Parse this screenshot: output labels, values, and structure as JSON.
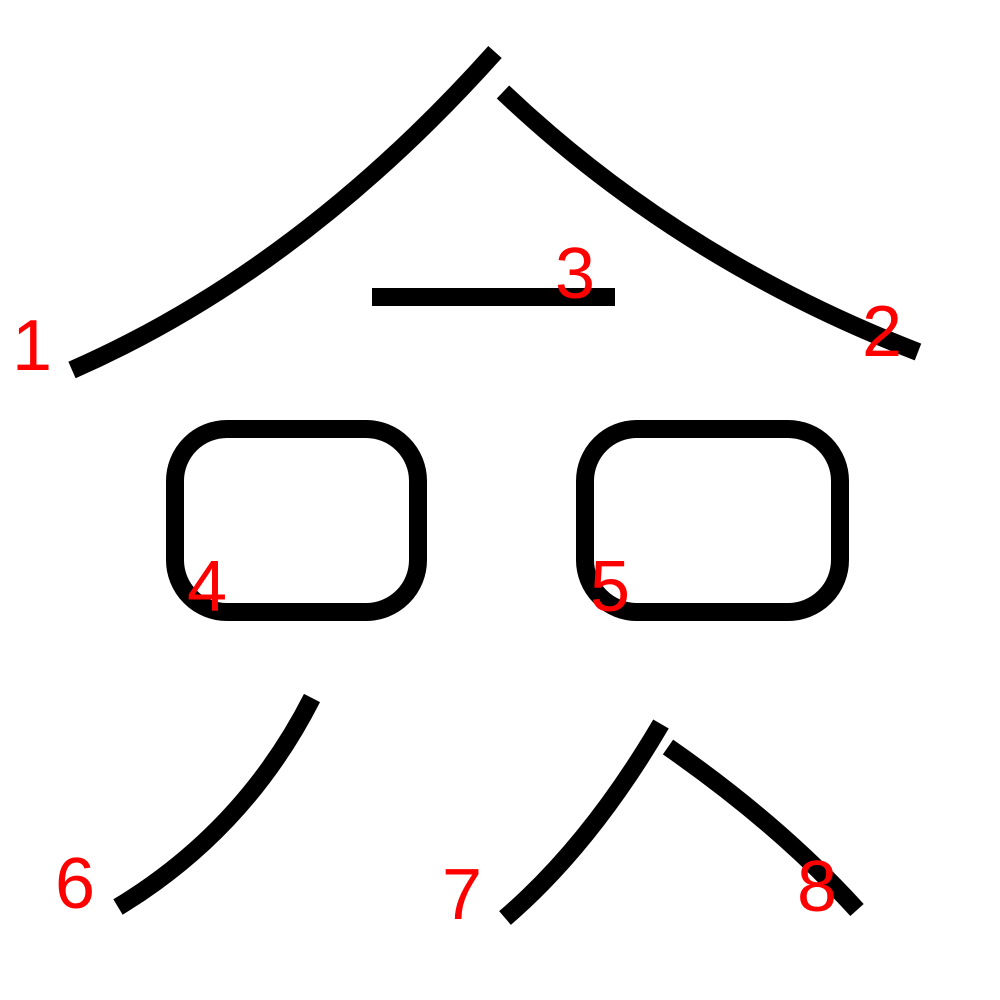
{
  "colors": {
    "stroke": "#000000",
    "label": "#ff0000",
    "background": "#ffffff"
  },
  "strokes": [
    {
      "number": "1",
      "shape": "left-falling curve"
    },
    {
      "number": "2",
      "shape": "right-falling curve"
    },
    {
      "number": "3",
      "shape": "horizontal line"
    },
    {
      "number": "4",
      "shape": "rounded box"
    },
    {
      "number": "5",
      "shape": "rounded box"
    },
    {
      "number": "6",
      "shape": "left-falling curve"
    },
    {
      "number": "7",
      "shape": "left-falling curve"
    },
    {
      "number": "8",
      "shape": "right-falling line"
    }
  ]
}
